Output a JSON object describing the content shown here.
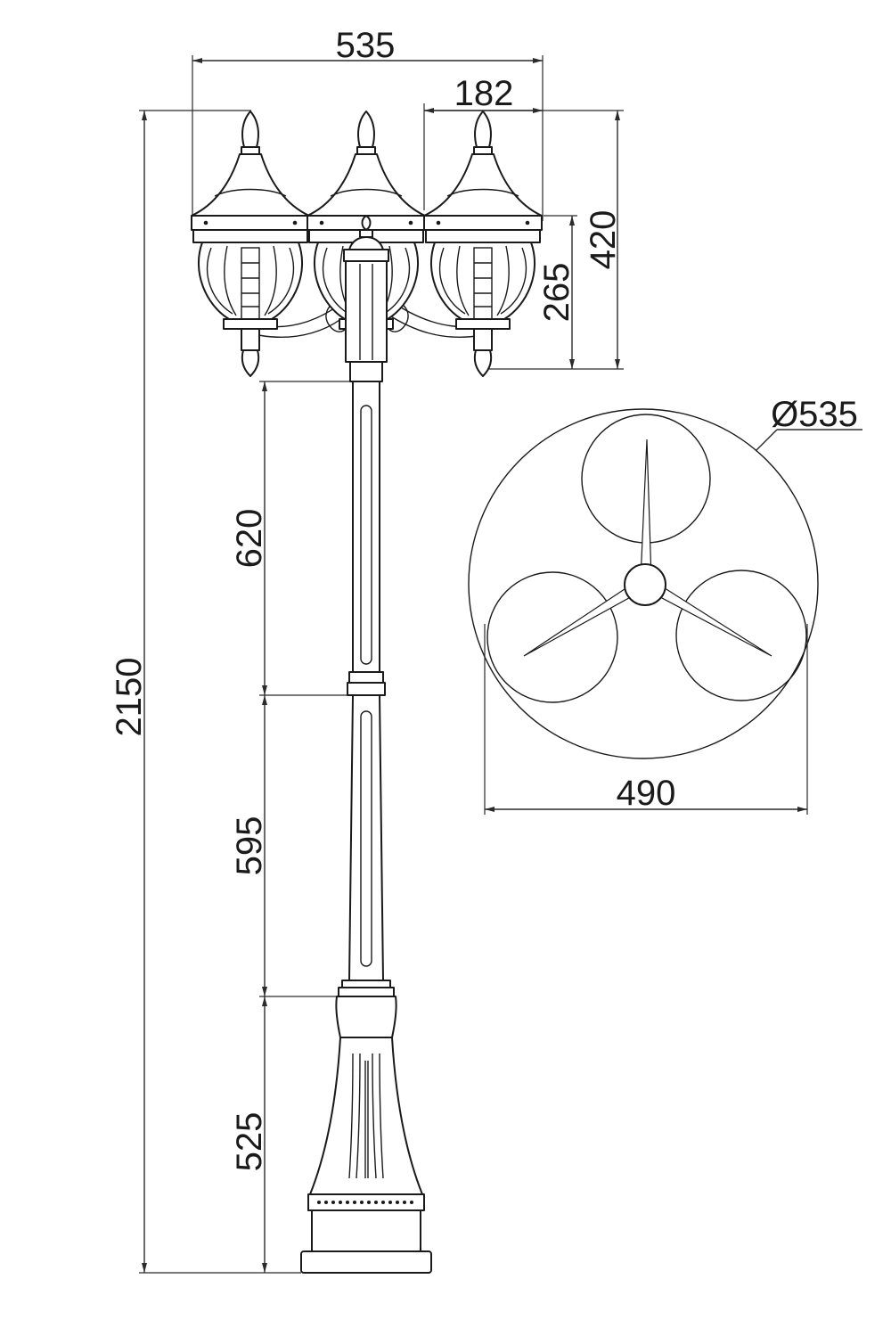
{
  "dimensions": {
    "overall_width": "535",
    "lantern_width": "182",
    "lantern_height": "420",
    "lantern_body": "265",
    "total_height": "2150",
    "upper_pole": "620",
    "middle_pole": "595",
    "base": "525",
    "plan_diameter": "Ø535",
    "plan_width": "490"
  }
}
